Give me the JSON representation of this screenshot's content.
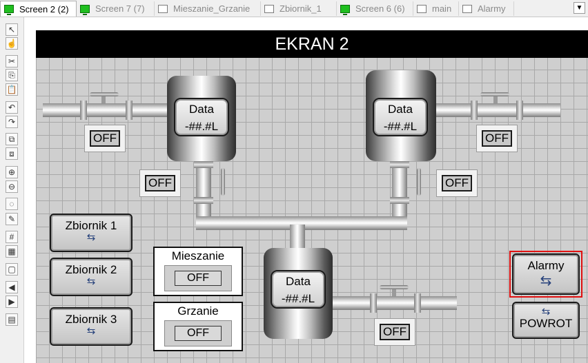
{
  "tabs": [
    {
      "label": "Screen 2 (2)",
      "icon": "monitor-icon",
      "active": true
    },
    {
      "label": "Screen 7 (7)",
      "icon": "monitor-icon",
      "active": false
    },
    {
      "label": "Mieszanie_Grzanie",
      "icon": "recipe-doc-icon",
      "active": false
    },
    {
      "label": "Zbiornik_1",
      "icon": "recipe-doc-icon",
      "active": false
    },
    {
      "label": "Screen 6 (6)",
      "icon": "monitor-icon",
      "active": false
    },
    {
      "label": "main",
      "icon": "recipe-doc-icon",
      "active": false
    },
    {
      "label": "Alarmy",
      "icon": "alarm-doc-icon",
      "active": false
    }
  ],
  "tab_scroll_glyph": "▼",
  "toolbar_glyphs": [
    "↖",
    "☝",
    "✂",
    "⎘",
    "📋",
    "↶",
    "↷",
    "⧉",
    "⧈",
    "⊕",
    "⊖",
    "◌",
    "✎",
    "#",
    "▦",
    "▢",
    "◀",
    "▶",
    "▤"
  ],
  "screen": {
    "title": "EKRAN 2",
    "tanks": [
      {
        "line1": "Data",
        "line2": "-##.#L"
      },
      {
        "line1": "Data",
        "line2": "-##.#L"
      },
      {
        "line1": "Data",
        "line2": "-##.#L"
      }
    ],
    "off_label": "OFF",
    "panels": {
      "mixing": {
        "title": "Mieszanie",
        "value": "OFF"
      },
      "heating": {
        "title": "Grzanie",
        "value": "OFF"
      }
    },
    "nav": {
      "tank1": "Zbiornik 1",
      "tank2": "Zbiornik 2",
      "tank3": "Zbiornik 3",
      "alarms": "Alarmy",
      "back": "POWROT"
    },
    "swap_glyph": "⇆"
  },
  "colors": {
    "selection": "#e01010",
    "title_bar": "#000000",
    "swap_icon": "#25407a"
  }
}
